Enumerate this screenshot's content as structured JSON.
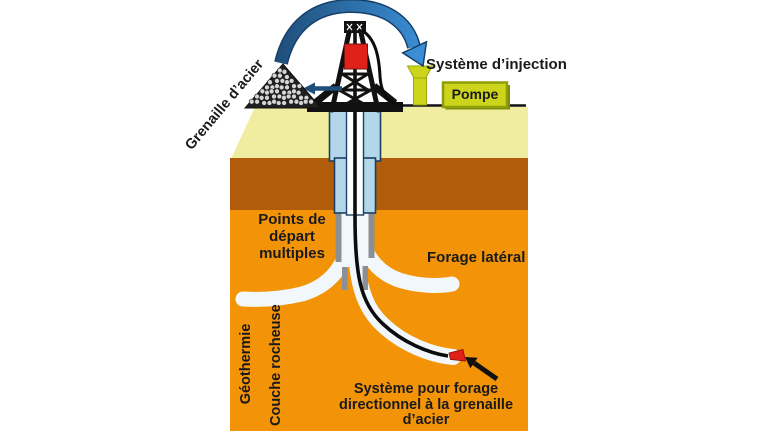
{
  "diagram": {
    "labels": {
      "grenaille": "Grenaille d’acier",
      "injection_system": "Système d’injection",
      "pump": "Pompe",
      "multi_start_1": "Points de",
      "multi_start_2": "départ",
      "multi_start_3": "multiples",
      "lateral_drilling": "Forage latéral",
      "geothermal": "Géothermie",
      "rock_layer": "Couche rocheuse",
      "shot_system_1": "Système pour forage",
      "shot_system_2": "directionnel à la grenaille d’acier"
    },
    "colors": {
      "surface_sand": "#f0eca0",
      "rock_brown": "#b15c0a",
      "rock_orange": "#f39307",
      "pipe_blue": "#b3d7ea",
      "bore_white": "#f2f7fb",
      "bore_inner": "#fdfeff",
      "casing_gray": "#8b9097",
      "outline_navy": "#1c3f63",
      "arrow_blue_dark": "#1f4e79",
      "arrow_blue_light": "#3b8ed6",
      "machine_green": "#ccd41c",
      "machine_green_border": "#8f9d08",
      "machine_green_shadow": "#7c8a08",
      "block_red": "#e0211a",
      "steel_dark": "#1f1f1f",
      "steel_light": "#d6d6d6",
      "ink": "#111111"
    }
  }
}
